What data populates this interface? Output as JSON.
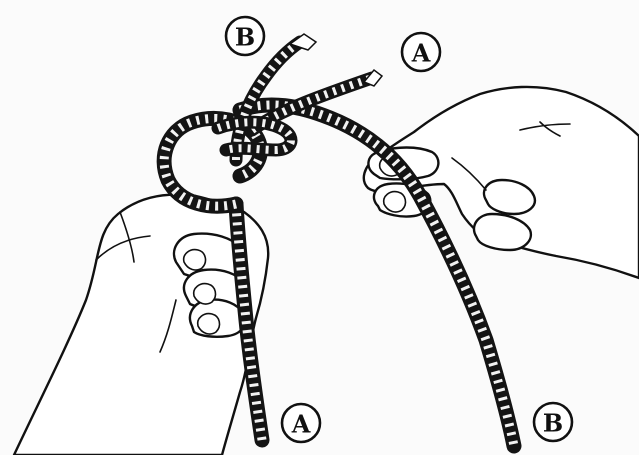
{
  "figure": {
    "labels": {
      "top_left": "B",
      "top_right": "A",
      "bottom_left": "A",
      "bottom_right": "B"
    }
  },
  "colors": {
    "ink": "#111111",
    "paper": "#fbfbfb"
  },
  "icons": [
    "left-hand-icon",
    "right-hand-icon",
    "rope-icon"
  ]
}
